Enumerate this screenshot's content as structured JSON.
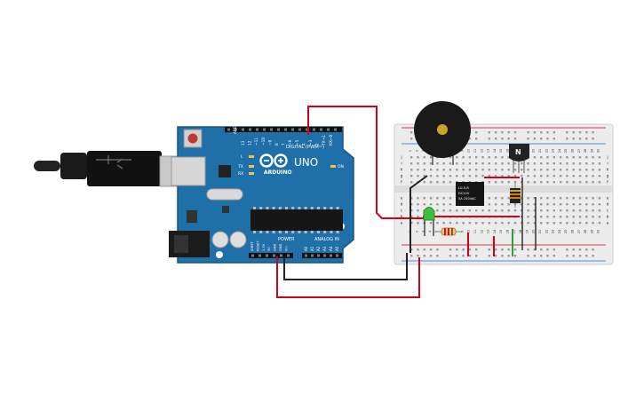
{
  "board": {
    "brand": "ARDUINO",
    "model": "UNO",
    "digital_label": "DIGITAL (PWM~)",
    "analog_label": "ANALOG IN",
    "power_label": "POWER",
    "led_on_label": "ON",
    "led_l_label": "L",
    "led_tx_label": "TX",
    "led_rx_label": "RX",
    "aref_label": "AREF",
    "digital_pins": [
      "13",
      "12",
      "~11",
      "~10",
      "~9",
      "8",
      "7",
      "~6",
      "~5",
      "4",
      "~3",
      "2",
      "TX→1",
      "RX←0"
    ],
    "power_pins": [
      "IOREF",
      "RESET",
      "3.3V",
      "5V",
      "GND",
      "GND",
      "Vin"
    ],
    "analog_pins": [
      "A0",
      "A1",
      "A2",
      "A3",
      "A4",
      "A5"
    ]
  },
  "components": {
    "transistor_label": "N",
    "relay_lines": [
      "LU-5-R",
      "DC12V",
      "5A 250VAC"
    ]
  },
  "breadboard": {
    "row_letters": [
      "j",
      "i",
      "h",
      "g",
      "f",
      "e",
      "d",
      "c",
      "b",
      "a"
    ],
    "column_numbers": [
      "1",
      "2",
      "3",
      "4",
      "5",
      "6",
      "7",
      "8",
      "9",
      "10",
      "11",
      "12",
      "13",
      "14",
      "15",
      "16",
      "17",
      "18",
      "19",
      "20",
      "21",
      "22",
      "23",
      "24",
      "25",
      "26",
      "27",
      "28",
      "29",
      "30"
    ]
  },
  "colors": {
    "board_blue": "#1f6fa8",
    "wire_red": "#d0021b",
    "wire_black": "#222222",
    "wire_green": "#2e9e3a",
    "breadboard": "#ececec"
  }
}
